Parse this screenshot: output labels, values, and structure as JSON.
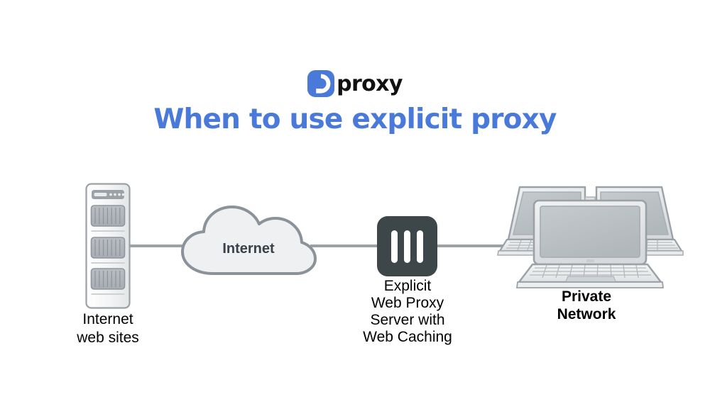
{
  "brand": {
    "logo_icon": "proxy-circle-logo-icon",
    "wordmark": "proxy",
    "accent_color": "#4a7ad9"
  },
  "header": {
    "title": "When to use explicit proxy",
    "title_color": "#4a7ad9"
  },
  "diagram": {
    "type": "network-topology",
    "wire_color": "#9aa1a7",
    "nodes": [
      {
        "id": "internet-web-sites",
        "icon": "server-tower-icon",
        "caption_lines": [
          "Internet",
          "web sites"
        ],
        "bold": false
      },
      {
        "id": "internet-cloud",
        "icon": "cloud-icon",
        "label": "Internet",
        "fill": "#eef0f2",
        "stroke": "#8b9299"
      },
      {
        "id": "explicit-proxy-server",
        "icon": "proxy-server-icon",
        "fill": "#3d4749",
        "caption_lines": [
          "Explicit",
          "Web Proxy",
          "Server with",
          "Web Caching"
        ],
        "bold": false
      },
      {
        "id": "private-network",
        "icon": "laptops-icon",
        "caption_lines": [
          "Private",
          "Network"
        ],
        "bold": true
      }
    ],
    "links": [
      {
        "id": "wire-server-cloud",
        "from": "internet-web-sites",
        "to": "internet-cloud"
      },
      {
        "id": "wire-cloud-proxy",
        "from": "internet-cloud",
        "to": "explicit-proxy-server"
      },
      {
        "id": "wire-proxy-lan",
        "from": "explicit-proxy-server",
        "to": "private-network"
      }
    ]
  },
  "captions": {
    "internet_line1": "Internet",
    "internet_line2": "web sites",
    "proxy_line1": "Explicit",
    "proxy_line2": "Web Proxy",
    "proxy_line3": "Server with",
    "proxy_line4": "Web Caching",
    "lan_line1": "Private",
    "lan_line2": "Network"
  },
  "cloud": {
    "label": "Internet"
  }
}
